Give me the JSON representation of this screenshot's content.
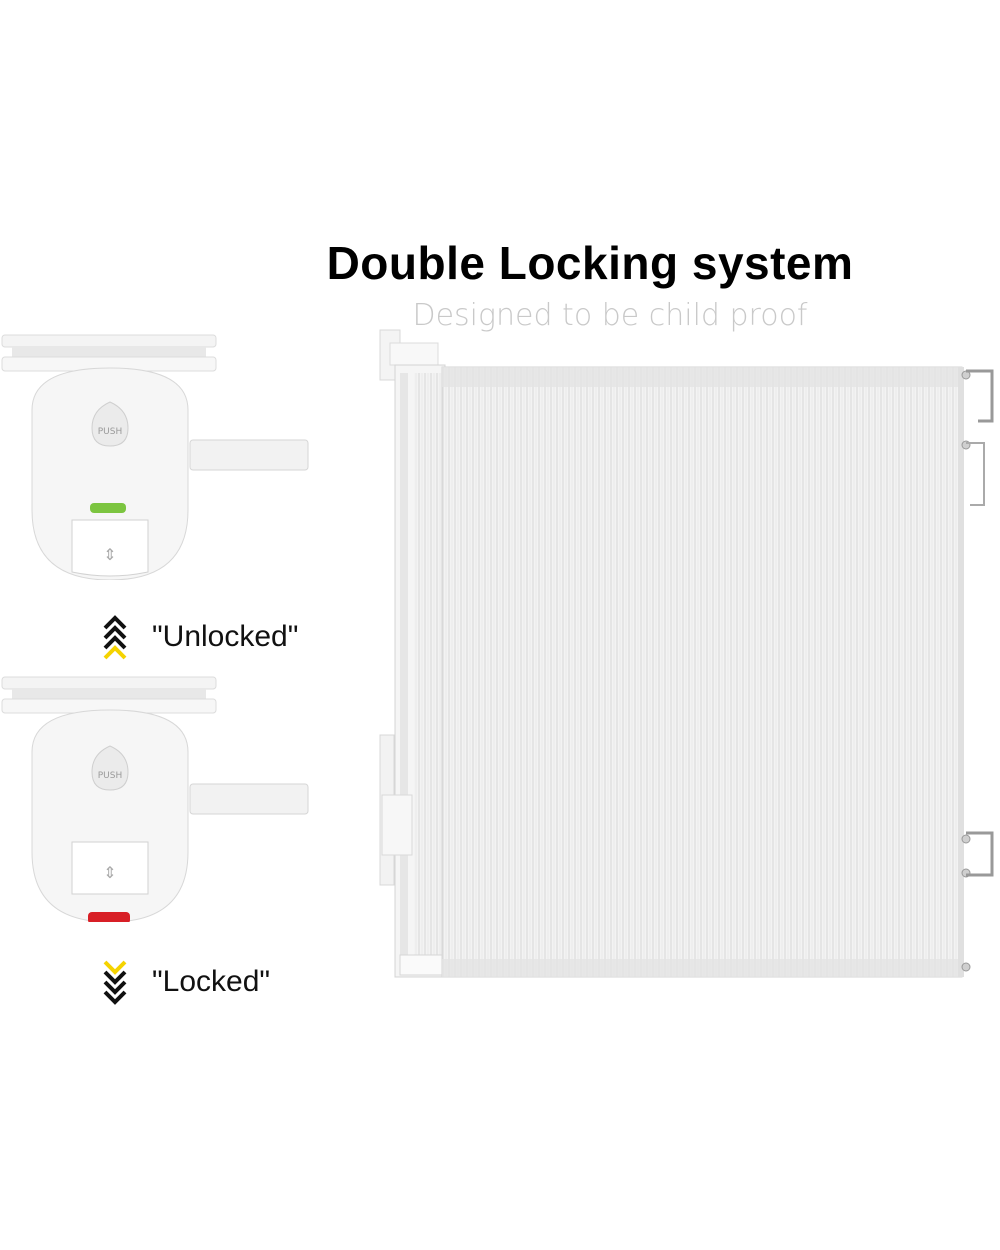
{
  "heading": {
    "title": "Double Locking system",
    "subtitle": "Designed to be child proof"
  },
  "states": {
    "unlocked_label": "\"Unlocked\"",
    "locked_label": "\"Locked\"",
    "button_text": "PUSH"
  },
  "colors": {
    "unlocked_indicator": "#7cc540",
    "locked_indicator": "#d81f26",
    "arrow_yellow": "#f5d300",
    "arrow_dark": "#111111"
  },
  "icons": {
    "unlocked_arrow": "chevron-up-icon",
    "locked_arrow": "chevron-down-icon"
  }
}
